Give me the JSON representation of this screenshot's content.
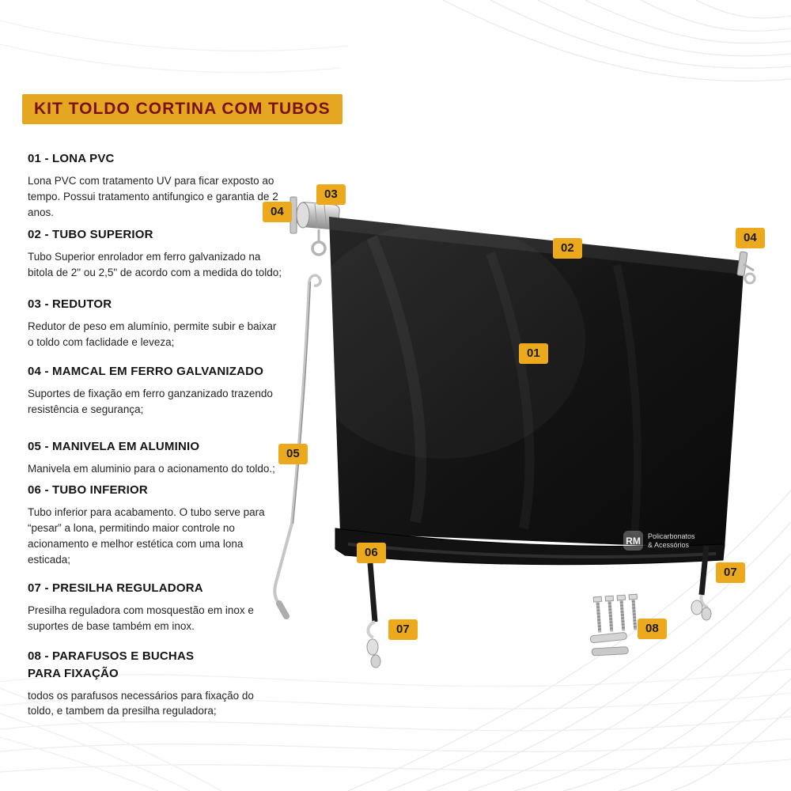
{
  "title": "KIT TOLDO CORTINA COM TUBOS",
  "colors": {
    "accent_gold": "#e5a722",
    "badge_gold": "#eda91d",
    "title_text": "#7a1114",
    "tarp_black": "#141414"
  },
  "brand": {
    "logo_text": "RM",
    "line1": "Policarbonatos",
    "line2": "& Acessórios"
  },
  "sections": [
    {
      "heading": "01 - LONA PVC",
      "body": "Lona PVC com tratamento UV para ficar exposto ao tempo. Possui tratamento antifungico e garantia de 2 anos."
    },
    {
      "heading": "02 - TUBO SUPERIOR",
      "body": "Tubo Superior enrolador em ferro galvanizado na bitola de 2\" ou 2,5\" de acordo com a medida do toldo;"
    },
    {
      "heading": "03 - REDUTOR",
      "body": "Redutor de peso em alumínio, permite subir e baixar o toldo com faclidade e leveza;"
    },
    {
      "heading": "04 - MAMCAL  EM FERRO GALVANIZADO",
      "body": "Suportes de fixação em ferro ganzanizado trazendo resistência e segurança;"
    },
    {
      "heading": "05 - MANIVELA EM ALUMINIO",
      "body": "Manivela em aluminio para o acionamento do toldo.;"
    },
    {
      "heading": "06 - TUBO INFERIOR",
      "body": "Tubo inferior para acabamento. O tubo serve para “pesar” a lona, permitindo maior controle no acionamento e melhor estética com uma lona esticada;"
    },
    {
      "heading": "07 - PRESILHA REGULADORA",
      "body": "Presilha reguladora com mosquestão em inox e suportes de base também em inox."
    },
    {
      "heading": "08 - PARAFUSOS E BUCHAS PARA FIXAÇÃO",
      "body": "todos os parafusos necessários para fixação do toldo, e tambem da presilha reguladora;"
    }
  ],
  "badges": [
    {
      "label": "01"
    },
    {
      "label": "02"
    },
    {
      "label": "03"
    },
    {
      "label": "04"
    },
    {
      "label": "04"
    },
    {
      "label": "05"
    },
    {
      "label": "06"
    },
    {
      "label": "07"
    },
    {
      "label": "07"
    },
    {
      "label": "08"
    }
  ]
}
